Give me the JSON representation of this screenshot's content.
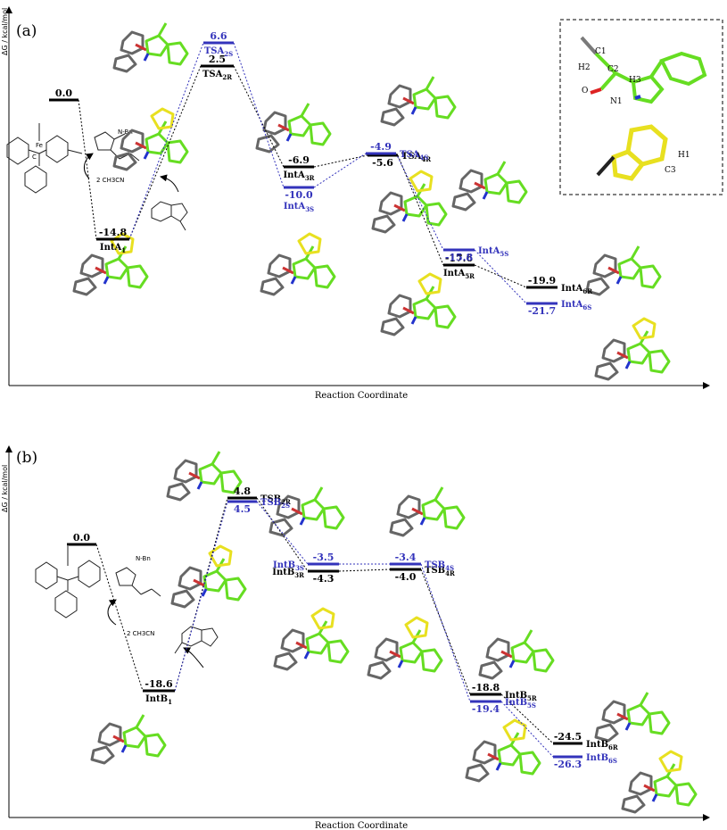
{
  "panel_a": {
    "label": "(a)",
    "ylabel": "ΔG / kcal/mol",
    "xlabel": "Reaction Coordinate",
    "inset_labels": [
      "C1",
      "H2",
      "C2",
      "H3",
      "O",
      "N1",
      "H1",
      "C3"
    ],
    "catalyst_text": [
      "C",
      "Fe",
      "N-Bn",
      "2 CH3CN"
    ]
  },
  "panel_b": {
    "label": "(b)",
    "ylabel": "ΔG / kcal/mol",
    "xlabel": "Reaction Coordinate",
    "catalyst_text": [
      "N-Bn",
      "2 CH3CN"
    ]
  },
  "colors": {
    "r_pathway": "#000000",
    "s_pathway": "#3333bb",
    "carbon_green": "#66dd22",
    "indole_yellow": "#e8e020",
    "iron": "#cc3333",
    "ligand_gray": "#666666"
  },
  "chart_data": [
    {
      "type": "energy-profile",
      "panel": "(a)",
      "ylabel": "ΔG / kcal/mol",
      "xlabel": "Reaction Coordinate",
      "series": [
        {
          "name": "R",
          "levels": [
            {
              "id": "start",
              "value": "0.0",
              "species": ""
            },
            {
              "id": "IntA1",
              "value": "-14.8",
              "species": "IntA1"
            },
            {
              "id": "TSA2R",
              "value": "2.5",
              "species": "TSA2R"
            },
            {
              "id": "IntA3R",
              "value": "-6.9",
              "species": "IntA3R"
            },
            {
              "id": "TSA4R",
              "value": "-5.6",
              "species": "TSA4R"
            },
            {
              "id": "IntA5R",
              "value": "-17.6",
              "species": "IntA5R"
            },
            {
              "id": "IntA6R",
              "value": "-19.9",
              "species": "IntA6R"
            }
          ]
        },
        {
          "name": "S",
          "levels": [
            {
              "id": "TSA2S",
              "value": "6.6",
              "species": "TSA2S"
            },
            {
              "id": "IntA3S",
              "value": "-10.0",
              "species": "IntA3S"
            },
            {
              "id": "TSA4S",
              "value": "-4.9",
              "species": "TSA4S"
            },
            {
              "id": "IntA5S",
              "value": "-15.8",
              "species": "IntA5S"
            },
            {
              "id": "IntA6S",
              "value": "-21.7",
              "species": "IntA6S"
            }
          ]
        }
      ]
    },
    {
      "type": "energy-profile",
      "panel": "(b)",
      "ylabel": "ΔG / kcal/mol",
      "xlabel": "Reaction Coordinate",
      "series": [
        {
          "name": "R",
          "levels": [
            {
              "id": "start",
              "value": "0.0",
              "species": ""
            },
            {
              "id": "IntB1",
              "value": "-18.6",
              "species": "IntB1"
            },
            {
              "id": "TSB2R",
              "value": "4.8",
              "species": "TSB2R"
            },
            {
              "id": "IntB3R",
              "value": "-4.3",
              "species": "IntB3R"
            },
            {
              "id": "TSB4R",
              "value": "-4.0",
              "species": "TSB4R"
            },
            {
              "id": "IntB5R",
              "value": "-18.8",
              "species": "IntB5R"
            },
            {
              "id": "IntB6R",
              "value": "-24.5",
              "species": "IntB6R"
            }
          ]
        },
        {
          "name": "S",
          "levels": [
            {
              "id": "TSB2S",
              "value": "4.5",
              "species": "TSB2S"
            },
            {
              "id": "IntB3S",
              "value": "-3.5",
              "species": "IntB3S"
            },
            {
              "id": "TSB4S",
              "value": "-3.4",
              "species": "TSB4S"
            },
            {
              "id": "IntB5S",
              "value": "-19.4",
              "species": "IntB5S"
            },
            {
              "id": "IntB6S",
              "value": "-26.3",
              "species": "IntB6S"
            }
          ]
        }
      ]
    }
  ]
}
